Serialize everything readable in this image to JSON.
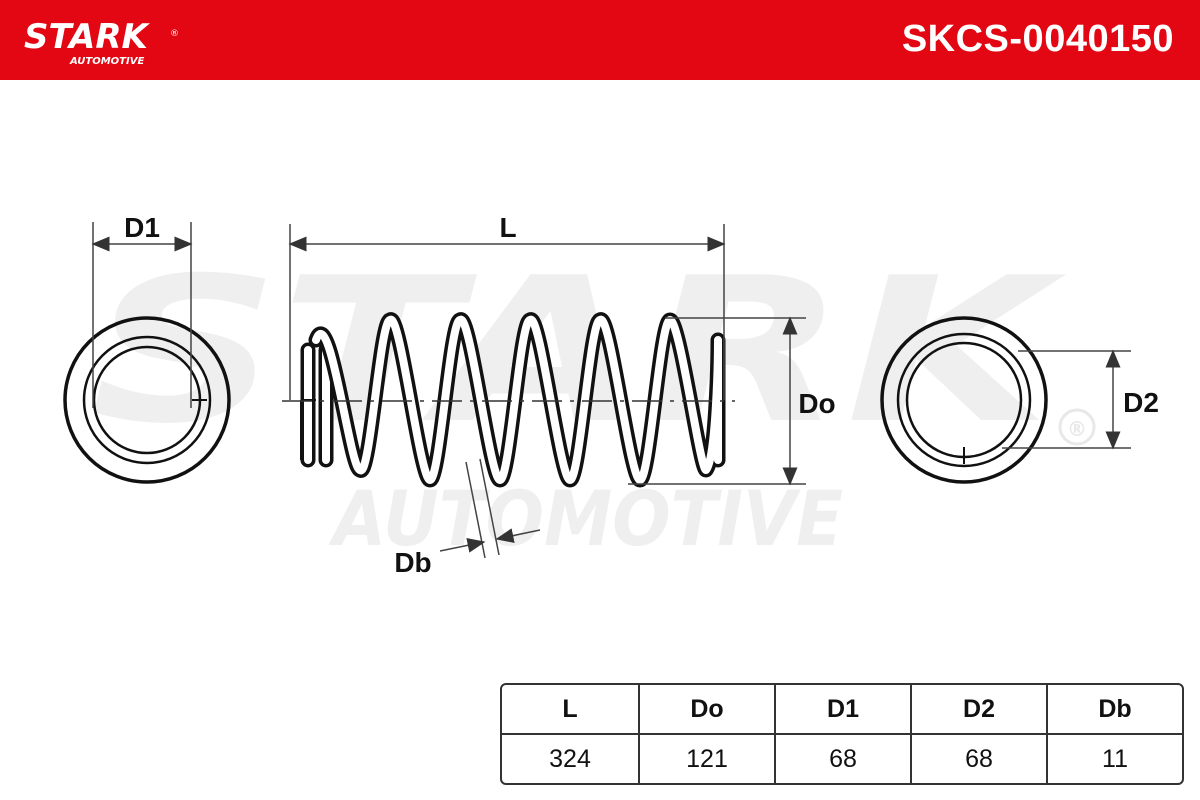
{
  "header": {
    "brand_name": "STARK",
    "brand_sub": "AUTOMOTIVE",
    "part_number": "SKCS-0040150",
    "background_color": "#e30613"
  },
  "watermark": {
    "brand_name": "STARK",
    "brand_sub": "AUTOMOTIVE",
    "registered_mark": "®"
  },
  "drawing": {
    "labels": {
      "d1": "D1",
      "l": "L",
      "do": "Do",
      "d2": "D2",
      "db": "Db"
    }
  },
  "spec_table": {
    "headers": [
      "L",
      "Do",
      "D1",
      "D2",
      "Db"
    ],
    "values": [
      "324",
      "121",
      "68",
      "68",
      "11"
    ]
  }
}
